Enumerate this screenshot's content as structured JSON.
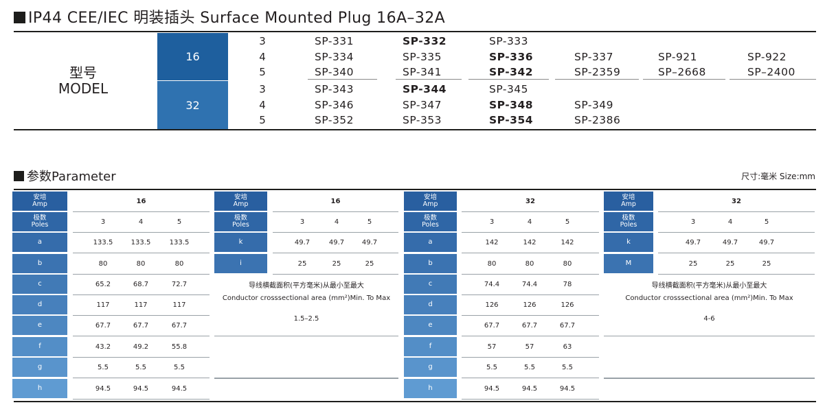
{
  "title": "IP44 CEE/IEC 明装插头 Surface Mounted Plug 16A–32A",
  "model_label": {
    "cn": "型号",
    "en": "MODEL"
  },
  "model_rows": [
    {
      "amp": "16",
      "rows": [
        {
          "poles": "3",
          "codes": [
            {
              "t": "SP-331",
              "b": false
            },
            {
              "t": "SP-332",
              "b": true
            },
            {
              "t": "SP-333",
              "b": false
            },
            {
              "t": "",
              "b": false
            },
            {
              "t": "",
              "b": false
            },
            {
              "t": "",
              "b": false
            }
          ]
        },
        {
          "poles": "4",
          "codes": [
            {
              "t": "SP-334",
              "b": false
            },
            {
              "t": "SP-335",
              "b": false
            },
            {
              "t": "SP-336",
              "b": true
            },
            {
              "t": "SP-337",
              "b": false
            },
            {
              "t": "SP-921",
              "b": false
            },
            {
              "t": "SP-922",
              "b": false
            }
          ]
        },
        {
          "poles": "5",
          "codes": [
            {
              "t": "SP-340",
              "b": false
            },
            {
              "t": "SP-341",
              "b": false
            },
            {
              "t": "SP-342",
              "b": true
            },
            {
              "t": "SP-2359",
              "b": false
            },
            {
              "t": "SP–2668",
              "b": false
            },
            {
              "t": "SP–2400",
              "b": false
            }
          ]
        }
      ]
    },
    {
      "amp": "32",
      "rows": [
        {
          "poles": "3",
          "codes": [
            {
              "t": "SP-343",
              "b": false
            },
            {
              "t": "SP-344",
              "b": true
            },
            {
              "t": "SP-345",
              "b": false
            },
            {
              "t": "",
              "b": false
            },
            {
              "t": "",
              "b": false
            },
            {
              "t": "",
              "b": false
            }
          ]
        },
        {
          "poles": "4",
          "codes": [
            {
              "t": "SP-346",
              "b": false
            },
            {
              "t": "SP-347",
              "b": false
            },
            {
              "t": "SP-348",
              "b": true
            },
            {
              "t": "SP-349",
              "b": false
            },
            {
              "t": "",
              "b": false
            },
            {
              "t": "",
              "b": false
            }
          ]
        },
        {
          "poles": "5",
          "codes": [
            {
              "t": "SP-352",
              "b": false
            },
            {
              "t": "SP-353",
              "b": false
            },
            {
              "t": "SP-354",
              "b": true
            },
            {
              "t": "SP-2386",
              "b": false
            },
            {
              "t": "",
              "b": false
            },
            {
              "t": "",
              "b": false
            }
          ]
        }
      ]
    }
  ],
  "param_title": "参数Parameter",
  "unit_note": "尺寸:毫米  Size:mm",
  "label_amp": {
    "cn": "安培",
    "en": "Amp"
  },
  "label_poles": {
    "cn": "极数",
    "en": "Poles"
  },
  "conductor_note": {
    "cn": "导线横截面积(平方毫米)从最小至最大",
    "en": "Conductor crosssectional area (mm²)Min. To Max"
  },
  "tables": [
    {
      "amp": "16",
      "poles": [
        "3",
        "4",
        "5"
      ],
      "rows": [
        {
          "k": "a",
          "v": [
            "133.5",
            "133.5",
            "133.5"
          ]
        },
        {
          "k": "b",
          "v": [
            "80",
            "80",
            "80"
          ]
        },
        {
          "k": "c",
          "v": [
            "65.2",
            "68.7",
            "72.7"
          ]
        },
        {
          "k": "d",
          "v": [
            "117",
            "117",
            "117"
          ]
        },
        {
          "k": "e",
          "v": [
            "67.7",
            "67.7",
            "67.7"
          ]
        },
        {
          "k": "f",
          "v": [
            "43.2",
            "49.2",
            "55.8"
          ]
        },
        {
          "k": "g",
          "v": [
            "5.5",
            "5.5",
            "5.5"
          ]
        },
        {
          "k": "h",
          "v": [
            "94.5",
            "94.5",
            "94.5"
          ]
        }
      ]
    },
    {
      "amp": "16",
      "poles": [
        "3",
        "4",
        "5"
      ],
      "rows": [
        {
          "k": "k",
          "v": [
            "49.7",
            "49.7",
            "49.7"
          ]
        },
        {
          "k": "i",
          "v": [
            "25",
            "25",
            "25"
          ]
        }
      ],
      "range": "1.5–2.5"
    },
    {
      "amp": "32",
      "poles": [
        "3",
        "4",
        "5"
      ],
      "rows": [
        {
          "k": "a",
          "v": [
            "142",
            "142",
            "142"
          ]
        },
        {
          "k": "b",
          "v": [
            "80",
            "80",
            "80"
          ]
        },
        {
          "k": "c",
          "v": [
            "74.4",
            "74.4",
            "78"
          ]
        },
        {
          "k": "d",
          "v": [
            "126",
            "126",
            "126"
          ]
        },
        {
          "k": "e",
          "v": [
            "67.7",
            "67.7",
            "67.7"
          ]
        },
        {
          "k": "f",
          "v": [
            "57",
            "57",
            "63"
          ]
        },
        {
          "k": "g",
          "v": [
            "5.5",
            "5.5",
            "5.5"
          ]
        },
        {
          "k": "h",
          "v": [
            "94.5",
            "94.5",
            "94.5"
          ]
        }
      ]
    },
    {
      "amp": "32",
      "poles": [
        "3",
        "4",
        "5"
      ],
      "rows": [
        {
          "k": "k",
          "v": [
            "49.7",
            "49.7",
            "49.7"
          ]
        },
        {
          "k": "M",
          "v": [
            "25",
            "25",
            "25"
          ]
        }
      ],
      "range": "4-6"
    }
  ],
  "colors": {
    "dark_blue": "#1e5f9e",
    "mid_blue": "#2f72b0",
    "param_blue": "#3a74b6"
  }
}
